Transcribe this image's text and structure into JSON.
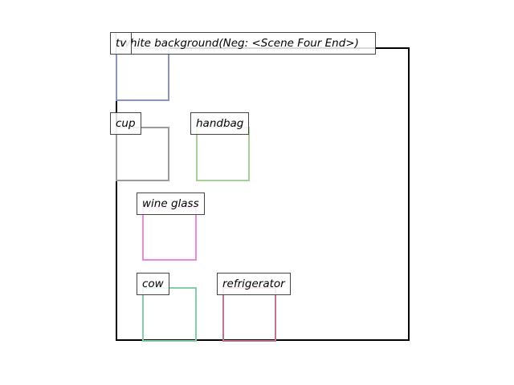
{
  "scene": {
    "caption": "white background(Neg: <Scene Four End>)"
  },
  "objects": [
    {
      "id": "tv",
      "label": "tv",
      "color": "#8a93b8"
    },
    {
      "id": "cup",
      "label": "cup",
      "color": "#9b9b9b"
    },
    {
      "id": "handbag",
      "label": "handbag",
      "color": "#a9cf96"
    },
    {
      "id": "wine-glass",
      "label": "wine glass",
      "color": "#ec8ad9"
    },
    {
      "id": "cow",
      "label": "cow",
      "color": "#7fcfa8"
    },
    {
      "id": "refrigerator",
      "label": "refrigerator",
      "color": "#c4708f"
    }
  ]
}
